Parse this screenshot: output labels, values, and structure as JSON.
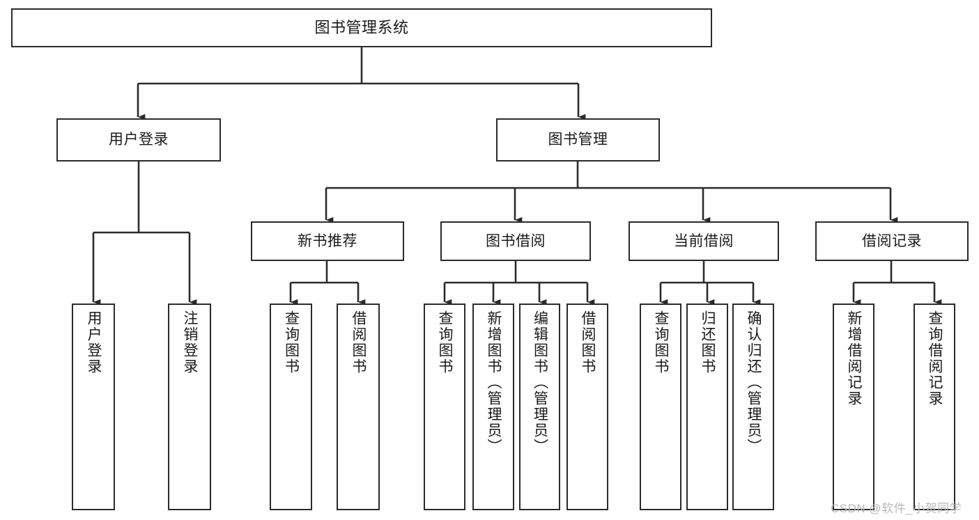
{
  "diagram": {
    "title": "图书管理系统",
    "type": "function-structure-tree",
    "colors": {
      "box_border": "#2b2b2b",
      "box_fill": "#ffffff",
      "edge": "#2b2b2b",
      "text": "#1a1a1a",
      "watermark": "#b9b9b9",
      "background": "#ffffff"
    },
    "nodes": {
      "root": {
        "label": "图书管理系统"
      },
      "level2": [
        {
          "id": "user-login",
          "label": "用户登录"
        },
        {
          "id": "book-manage",
          "label": "图书管理"
        }
      ],
      "level3": [
        {
          "id": "new-book-recommend",
          "label": "新书推荐"
        },
        {
          "id": "book-borrow",
          "label": "图书借阅"
        },
        {
          "id": "current-borrow",
          "label": "当前借阅"
        },
        {
          "id": "borrow-record",
          "label": "借阅记录"
        }
      ],
      "leaves": {
        "user-login": [
          {
            "id": "leaf-user-login",
            "label": "用户登录"
          },
          {
            "id": "leaf-logout-login",
            "label": "注销登录"
          }
        ],
        "new-book-recommend": [
          {
            "id": "leaf-query-book-1",
            "label": "查询图书"
          },
          {
            "id": "leaf-borrow-book-1",
            "label": "借阅图书"
          }
        ],
        "book-borrow": [
          {
            "id": "leaf-query-book-2",
            "label": "查询图书"
          },
          {
            "id": "leaf-add-book",
            "label": "新增图书（管理员）"
          },
          {
            "id": "leaf-edit-book",
            "label": "编辑图书（管理员）"
          },
          {
            "id": "leaf-borrow-book-2",
            "label": "借阅图书"
          }
        ],
        "current-borrow": [
          {
            "id": "leaf-query-book-3",
            "label": "查询图书"
          },
          {
            "id": "leaf-return-book",
            "label": "归还图书"
          },
          {
            "id": "leaf-confirm-return",
            "label": "确认归还（管理员）"
          }
        ],
        "borrow-record": [
          {
            "id": "leaf-add-record",
            "label": "新增借阅记录"
          },
          {
            "id": "leaf-query-record",
            "label": "查询借阅记录"
          }
        ]
      }
    },
    "watermark": {
      "text": "CSDN @软件_小贺同学"
    }
  }
}
